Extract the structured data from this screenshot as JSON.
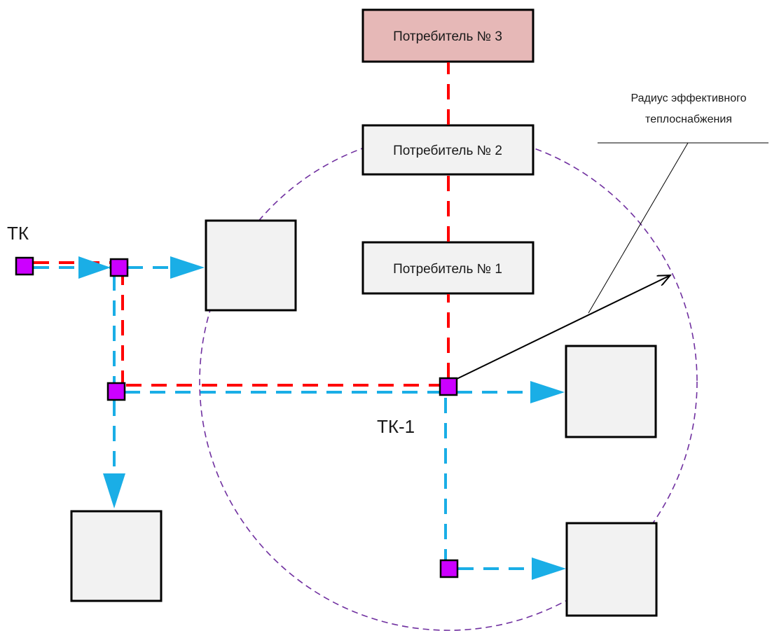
{
  "labels": {
    "consumer_3": "Потребитель № 3",
    "consumer_2": "Потребитель № 2",
    "consumer_1": "Потребитель № 1",
    "node_tk": "ТК",
    "node_tk1": "ТК-1",
    "radius_line1": "Радиус эффективного",
    "radius_line2": "теплоснабжения"
  },
  "colors": {
    "supply_line": "#ff0000",
    "return_line": "#1aaee6",
    "node_fill": "#cc00ff",
    "consumer_3_fill": "#e6b8b7",
    "box_fill": "#f2f2f2",
    "radius_circle": "#7030a0"
  }
}
